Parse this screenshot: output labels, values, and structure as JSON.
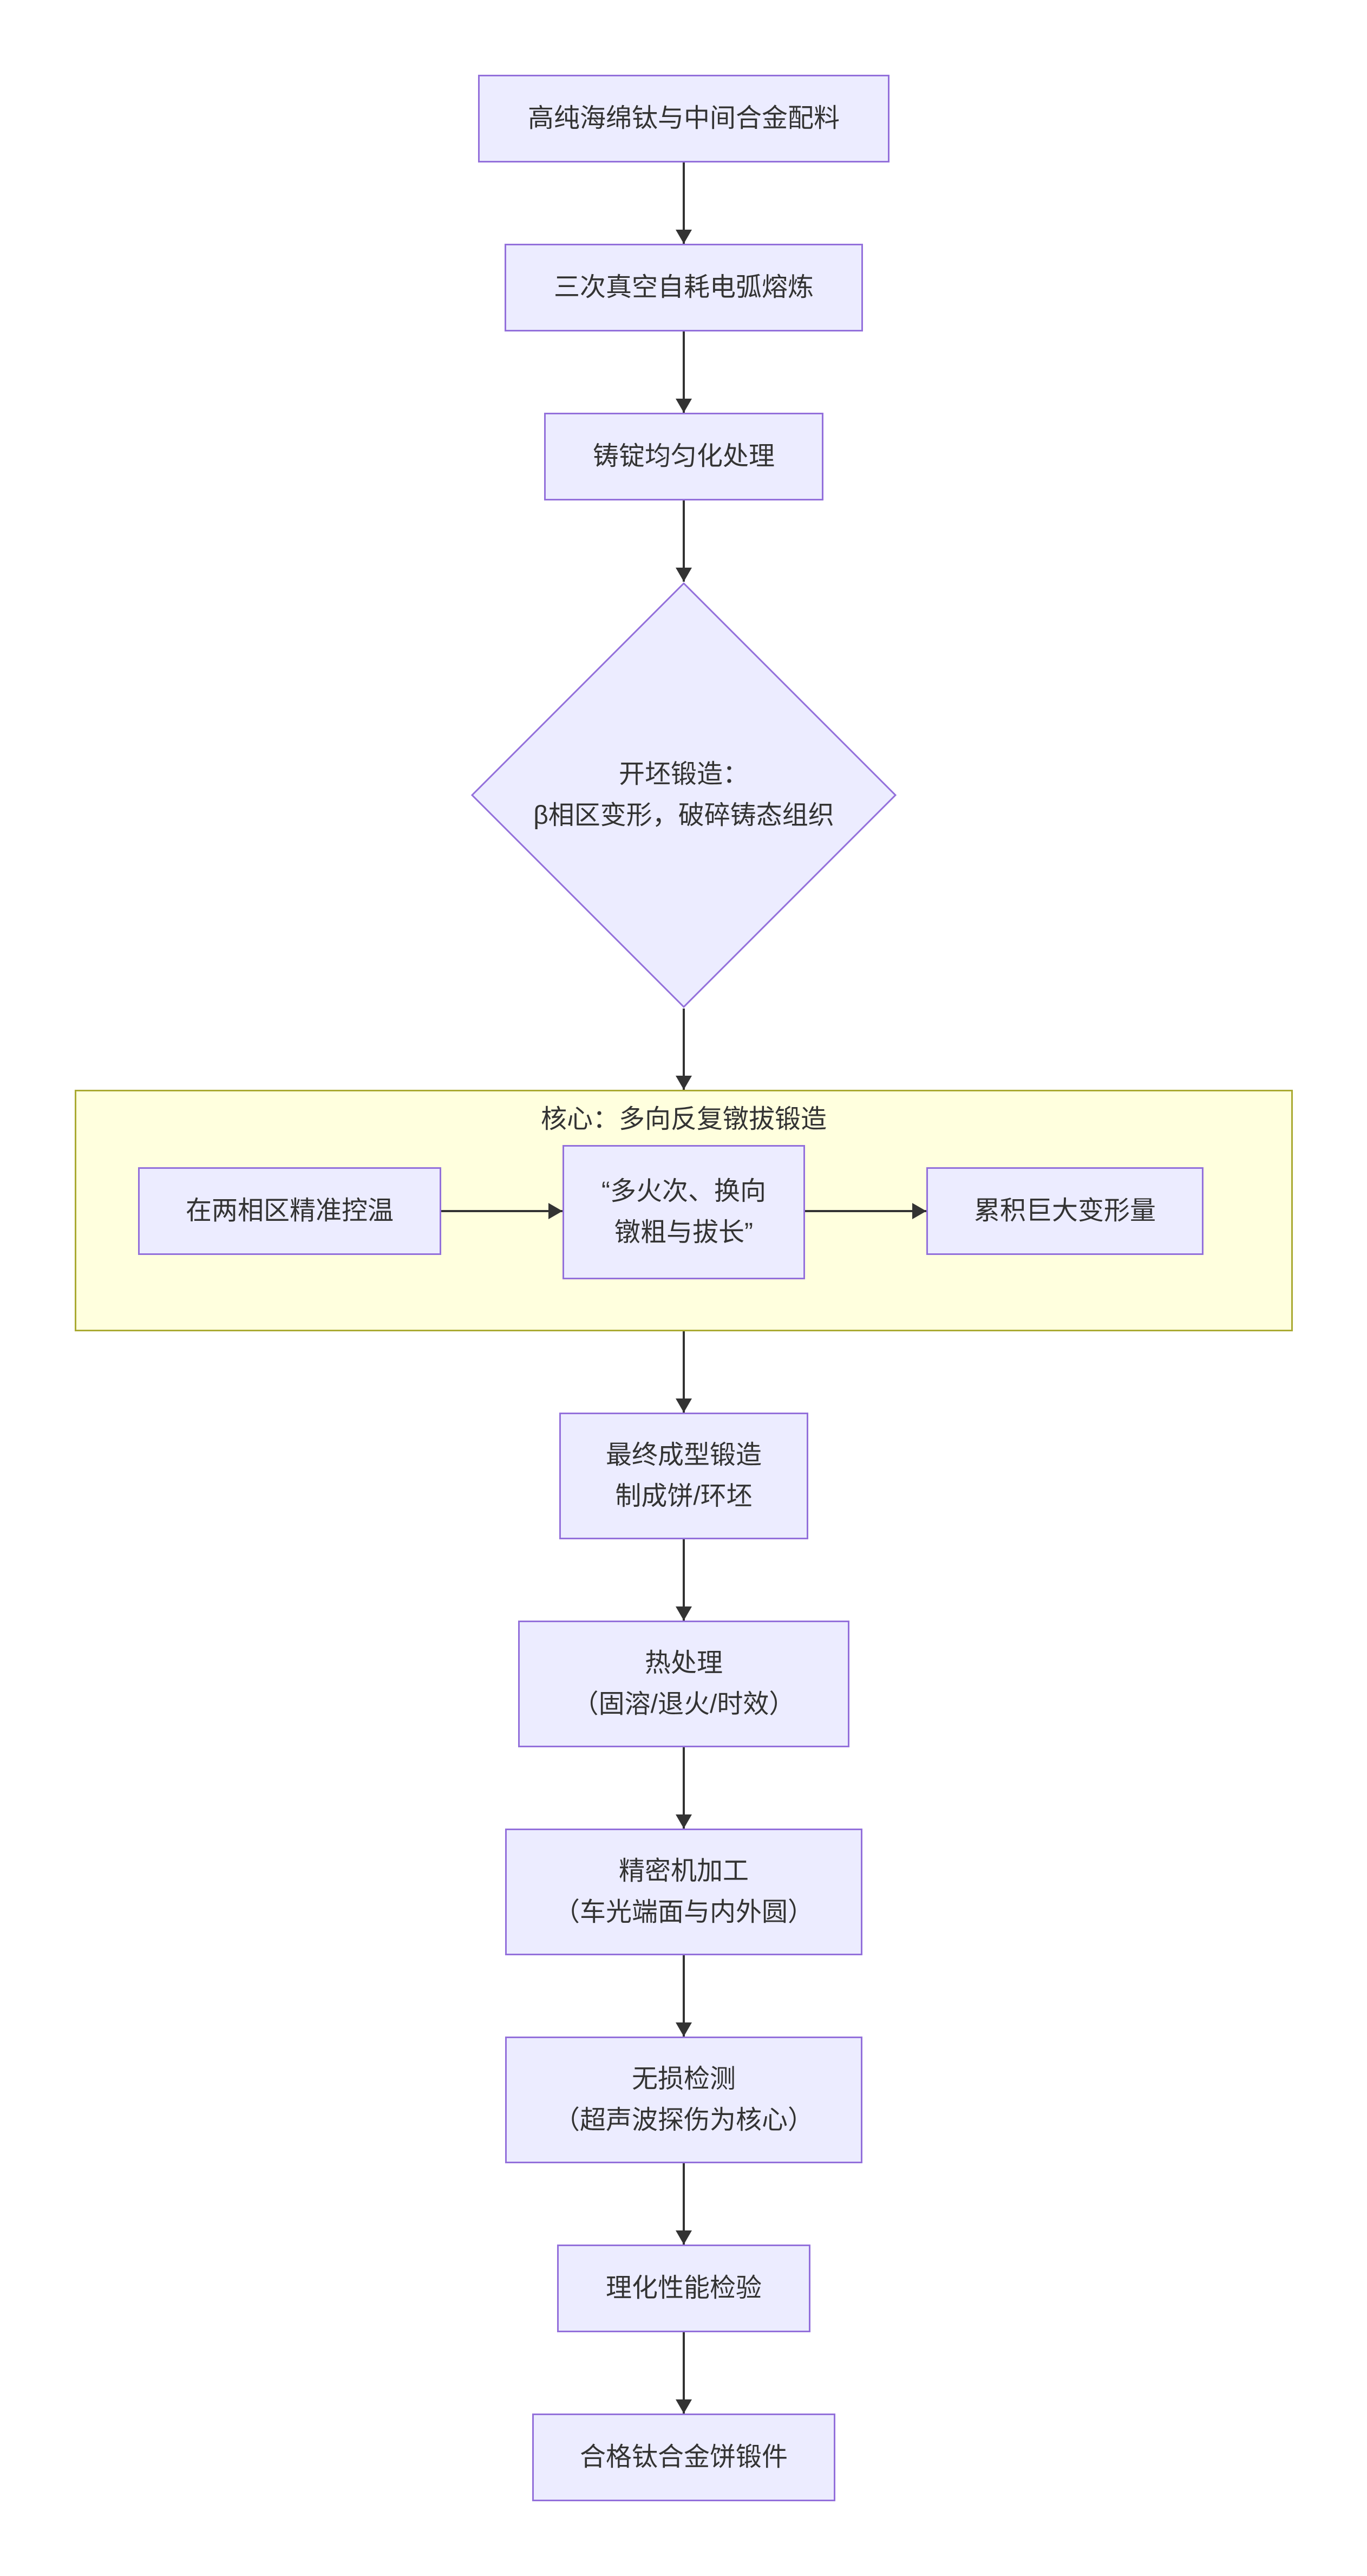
{
  "diagram": {
    "type": "flowchart",
    "direction": "top-down",
    "nodes": {
      "batching": {
        "label": "高纯海绵钛与中间合金配料",
        "shape": "rect"
      },
      "melting": {
        "label": "三次真空自耗电弧熔炼",
        "shape": "rect"
      },
      "homogenization": {
        "label": "铸锭均匀化处理",
        "shape": "rect"
      },
      "cogging": {
        "label": "开坯锻造：\nβ相区变形，破碎铸态组织",
        "shape": "diamond"
      },
      "final_forging": {
        "label": "最终成型锻造\n制成饼/环坯",
        "shape": "rect"
      },
      "heat_treatment": {
        "label": "热处理\n（固溶/退火/时效）",
        "shape": "rect"
      },
      "machining": {
        "label": "精密机加工\n（车光端面与内外圆）",
        "shape": "rect"
      },
      "ndt": {
        "label": "无损检测\n（超声波探伤为核心）",
        "shape": "rect"
      },
      "property_testing": {
        "label": "理化性能检验",
        "shape": "rect"
      },
      "qualified_product": {
        "label": "合格钛合金饼锻件",
        "shape": "rect"
      }
    },
    "cluster": {
      "title": "核心：多向反复镦拔锻造",
      "nodes": {
        "temperature_control": {
          "label": "在两相区精准控温"
        },
        "upsetting_drawing": {
          "label": "“多火次、换向\n镦粗与拔长”"
        },
        "accumulated_strain": {
          "label": "累积巨大变形量"
        }
      }
    },
    "colors": {
      "node_fill": "#ECECFF",
      "node_border": "#9370DB",
      "cluster_fill": "#FFFFDE",
      "cluster_border": "#AAAA33",
      "edge_color": "#333333",
      "text_color": "#333333",
      "canvas_bg": "#FFFFFF"
    }
  }
}
